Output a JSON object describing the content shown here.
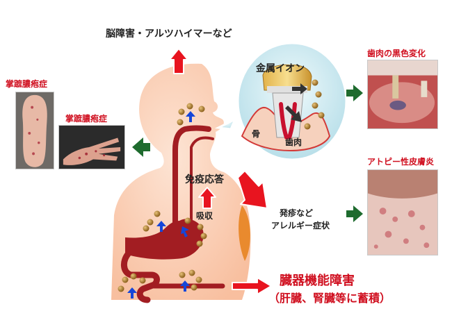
{
  "labels": {
    "brain": "脳障害・アルツハイマーなど",
    "metal_ion": "金属イオン",
    "bone": "骨",
    "gum": "歯肉",
    "immune": "免疫応答",
    "absorption": "吸収",
    "rash_line1": "発疹など",
    "rash_line2": "アレルギー症状",
    "organ_line1": "臓器機能障害",
    "organ_line2": "（肝臓、腎臓等に蓄積）"
  },
  "photos": [
    {
      "id": "foot",
      "caption": "掌蹠膿疱症",
      "icon": "foot-sole-photo"
    },
    {
      "id": "hand",
      "caption": "掌蹠膿疱症",
      "icon": "hand-palm-photo"
    },
    {
      "id": "gum",
      "caption": "歯肉の黒色変化",
      "icon": "gum-discoloration-photo"
    },
    {
      "id": "neck",
      "caption": "アトピー性皮膚炎",
      "icon": "neck-dermatitis-photo"
    }
  ],
  "colors": {
    "body_skin": "#fbd2b9",
    "tube": "#a21d22",
    "particle": "#b8862b",
    "red_arrow": "#e8141f",
    "green_arrow": "#1e6b2e",
    "blue_arrow": "#1546d9",
    "red_text": "#d01020"
  }
}
